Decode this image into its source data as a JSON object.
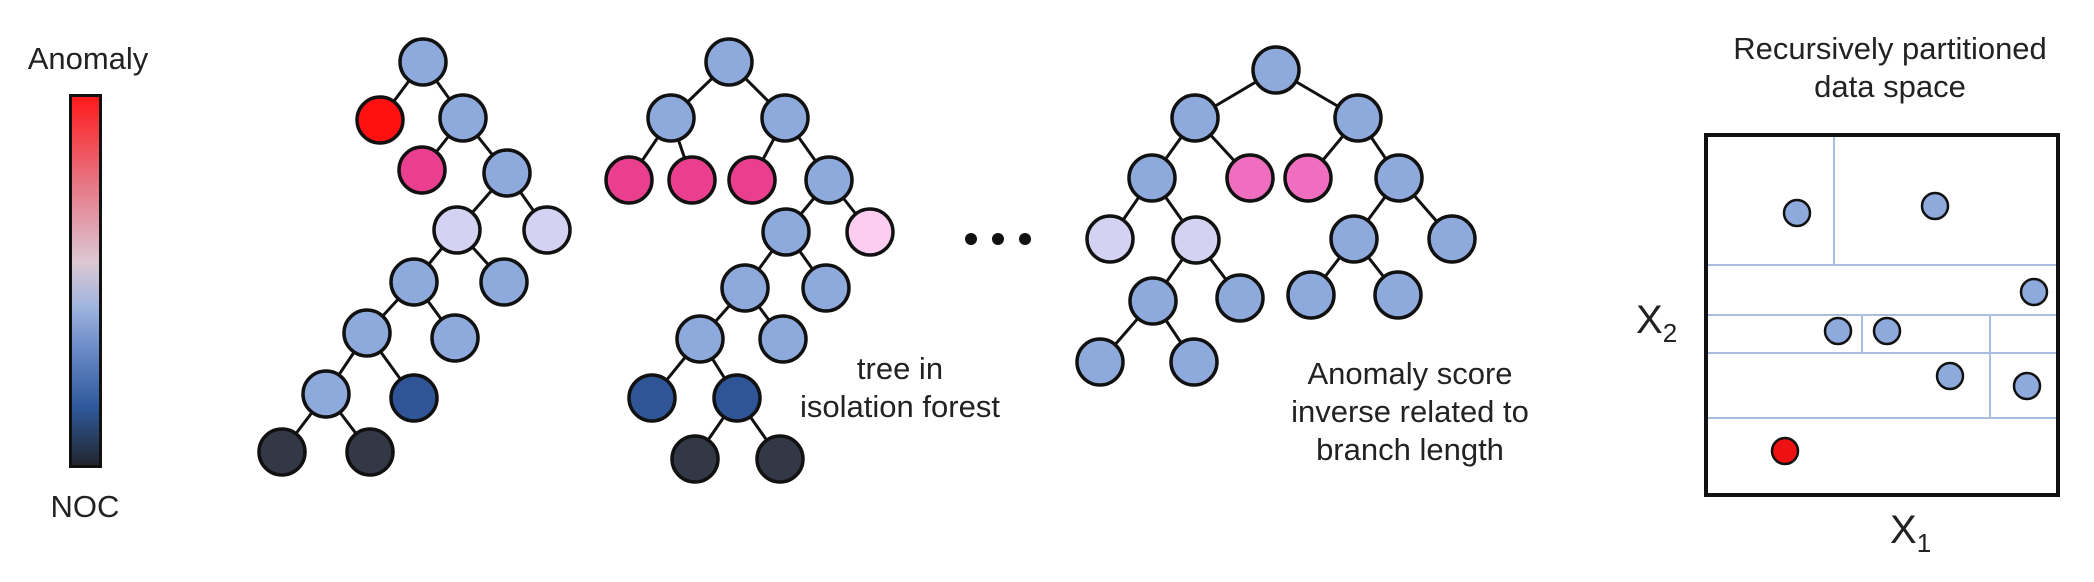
{
  "colorbar": {
    "top_label": "Anomaly",
    "bottom_label": "NOC",
    "top_color": "#ff1a1a",
    "bottom_color": "#22262e"
  },
  "trees": {
    "caption_line1": "tree in",
    "caption_line2": "isolation forest",
    "ellipsis": "• • •"
  },
  "score_note": {
    "line1": "Anomaly score",
    "line2": "inverse related to",
    "line3": "branch length"
  },
  "partition_panel": {
    "title_line1": "Recursively partitioned",
    "title_line2": "data space",
    "x_axis_var": "X",
    "x_axis_sub": "1",
    "y_axis_var": "X",
    "y_axis_sub": "2",
    "normal_point_color": "#8eaadc",
    "anomaly_point_color": "#ee1111",
    "split_line_color": "#a9bde0"
  },
  "node_colors": {
    "anomaly": "#ff1010",
    "strong_pink": "#ea3e8e",
    "pink": "#f06ec0",
    "light_pink": "#fccdf0",
    "lavender": "#d4d2f2",
    "normal": "#8eaadc",
    "dark_blue": "#2f5596",
    "deep": "#323845"
  }
}
